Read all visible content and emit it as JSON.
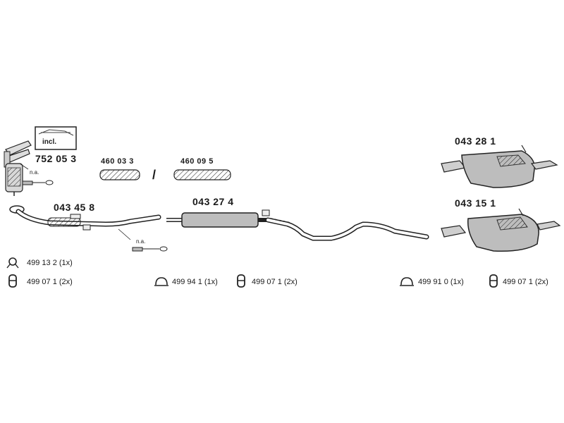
{
  "parts": {
    "catalyst_manifold": "752 05 3",
    "flex_a": "460 03 3",
    "separator": "/",
    "flex_b": "460 09 5",
    "front_pipe": "043 45 8",
    "center_silencer": "043 27 4",
    "rear_silencer_top": "043 28 1",
    "rear_silencer_bottom": "043 15 1"
  },
  "notes": {
    "incl": "incl.",
    "na_1": "n.a.",
    "na_2": "n.a."
  },
  "hardware": {
    "ring_clamp": "499 13 2  (1x)",
    "rubber_mount_1": "499 07 1  (2x)",
    "clamp_center": "499 94 1  (1x)",
    "rubber_mount_2": "499 07 1  (2x)",
    "clamp_rear": "499 91 0  (1x)",
    "rubber_mount_3": "499 07 1  (2x)"
  }
}
